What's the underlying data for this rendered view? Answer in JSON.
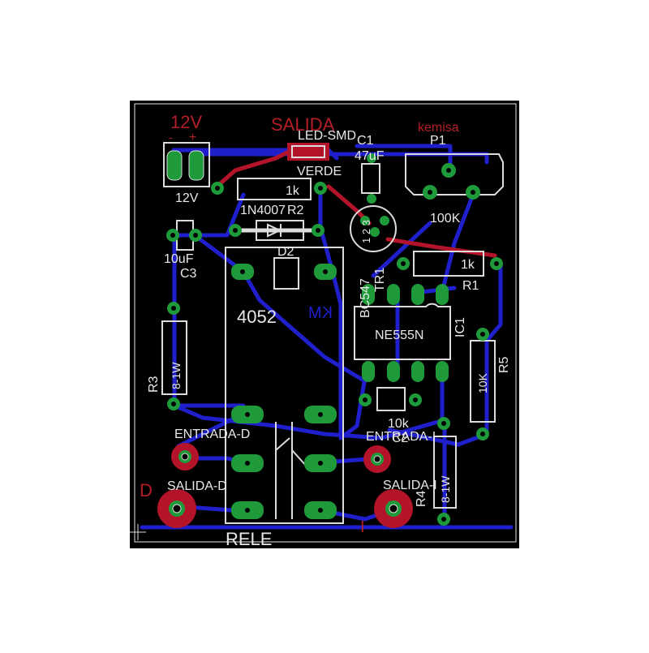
{
  "labels": {
    "v12_top": "12V",
    "minus": "-",
    "plus": "+",
    "salida_top": "SALIDA",
    "kemisa": "kemisa",
    "led_smd": "LED-SMD",
    "c1": "C1",
    "c1_value": "47uF",
    "verde": "VERDE",
    "p1": "P1",
    "v12_conn": "12V",
    "r2_value": "1k",
    "diode_part": "1N4007",
    "r2": "R2",
    "p1_value": "100K",
    "tr_pins": "1 2 3",
    "d2": "D2",
    "c3_value": "10uF",
    "c3": "C3",
    "r1_value": "1k",
    "r1": "R1",
    "bc547": "BC547",
    "tr1": "TR1",
    "relay_model": "4052",
    "km_mirror": "KM",
    "ic_part": "NE555N",
    "ic1": "IC1",
    "r3": "R3",
    "r3_value": "8-1W",
    "r5_value": "10K",
    "r5": "R5",
    "c2_value": "10k",
    "c2": "C2",
    "entrada_d": "ENTRADA-D",
    "entrada_i": "ENTRADA-I",
    "d_mark": "D",
    "salida_d": "SALIDA-D",
    "salida_i": "SALIDA-I",
    "r4": "R4",
    "r4_value": "8-1W",
    "i_mark": "I",
    "rele": "RELE"
  },
  "colors": {
    "background": "#000000",
    "copper_bottom": "#1f1fcc",
    "copper_top": "#b4142a",
    "silkscreen": "#dcdcdc",
    "pad": "#1f9a3a",
    "annotation": "#b41e28"
  }
}
